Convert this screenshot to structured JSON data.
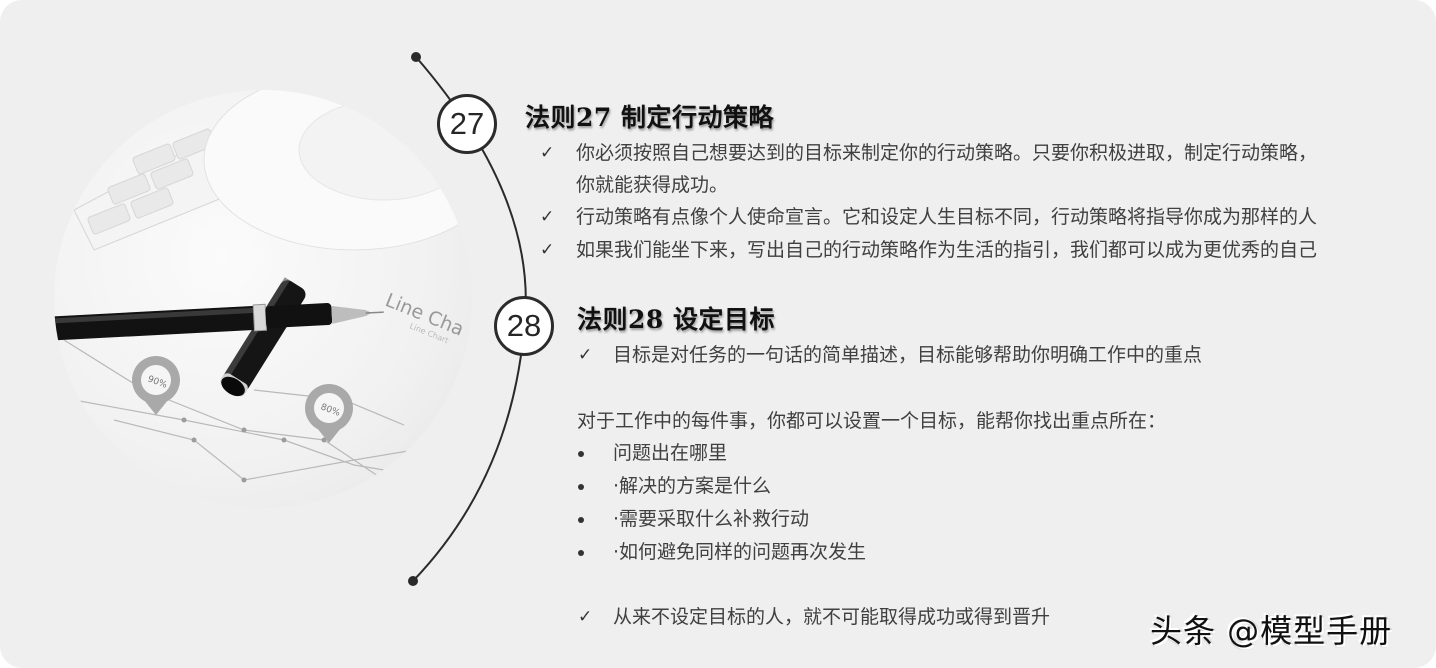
{
  "rule27": {
    "number": "27",
    "title": "法则27  制定行动策略",
    "items": [
      {
        "mark": "✓",
        "lines": [
          "你必须按照自己想要达到的目标来制定你的行动策略。只要你积极进取，制定行动策略，",
          "你就能获得成功。"
        ]
      },
      {
        "mark": "✓",
        "lines": [
          "行动策略有点像个人使命宣言。它和设定人生目标不同，行动策略将指导你成为那样的人"
        ]
      },
      {
        "mark": "✓",
        "lines": [
          "如果我们能坐下来，写出自己的行动策略作为生活的指引，我们都可以成为更优秀的自己"
        ]
      }
    ]
  },
  "rule28": {
    "number": "28",
    "title": "法则28  设定目标",
    "check_item": {
      "mark": "✓",
      "text": "目标是对任务的一句话的简单描述，目标能够帮助你明确工作中的重点"
    },
    "intro": "对于工作中的每件事，你都可以设置一个目标，能帮你找出重点所在：",
    "bullets": [
      "问题出在哪里",
      "·解决的方案是什么",
      "·需要采取什么补救行动",
      "·如何避免同样的问题再次发生"
    ],
    "closing": {
      "mark": "✓",
      "text": "从来不设定目标的人，就不可能取得成功或得到晋升"
    }
  },
  "photo": {
    "chart_title": "Line Cha",
    "chart_subtitle": "Line Chart",
    "badge_1": "90%",
    "badge_2": "80%"
  },
  "watermark": "头条 @模型手册"
}
